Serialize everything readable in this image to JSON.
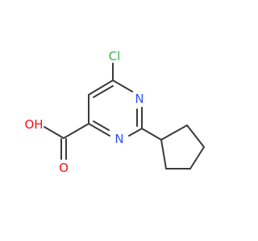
{
  "molecule": {
    "atoms": {
      "cl": {
        "text": "Cl",
        "color": "#3cb44b"
      },
      "n_top": {
        "text": "N",
        "color": "#3050f8"
      },
      "n_bottom": {
        "text": "N",
        "color": "#3050f8"
      },
      "oh": {
        "text": "OH",
        "color": "#ff0d0d"
      },
      "o": {
        "text": "O",
        "color": "#ff0d0d"
      }
    },
    "bond_color": "#3a3a3a"
  }
}
